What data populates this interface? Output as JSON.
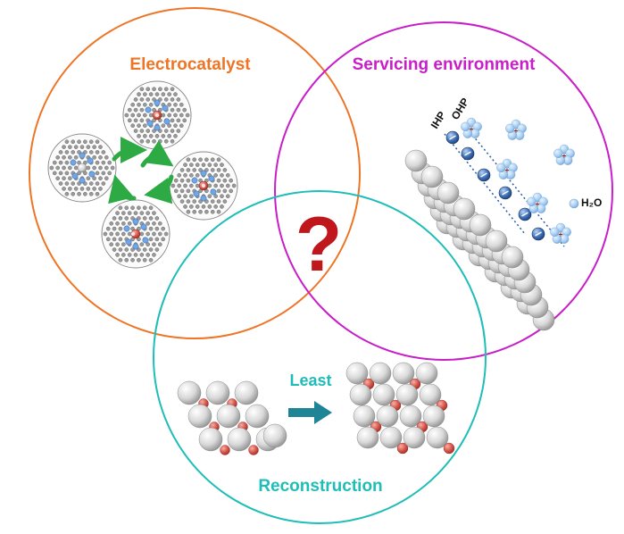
{
  "labels": {
    "electrocatalyst": "Electrocatalyst",
    "servicing": "Servicing environment",
    "reconstruction": "Reconstruction",
    "least": "Least",
    "question": "?",
    "ihp": "IHP",
    "ohp": "OHP",
    "h2o": "H₂O"
  },
  "colors": {
    "electrocatalyst": "#ee7526",
    "servicing": "#c81ec8",
    "reconstruction": "#1fbdb8",
    "question": "#c0171c",
    "arrow": "#1e8496",
    "swap": "#2eaa45"
  }
}
